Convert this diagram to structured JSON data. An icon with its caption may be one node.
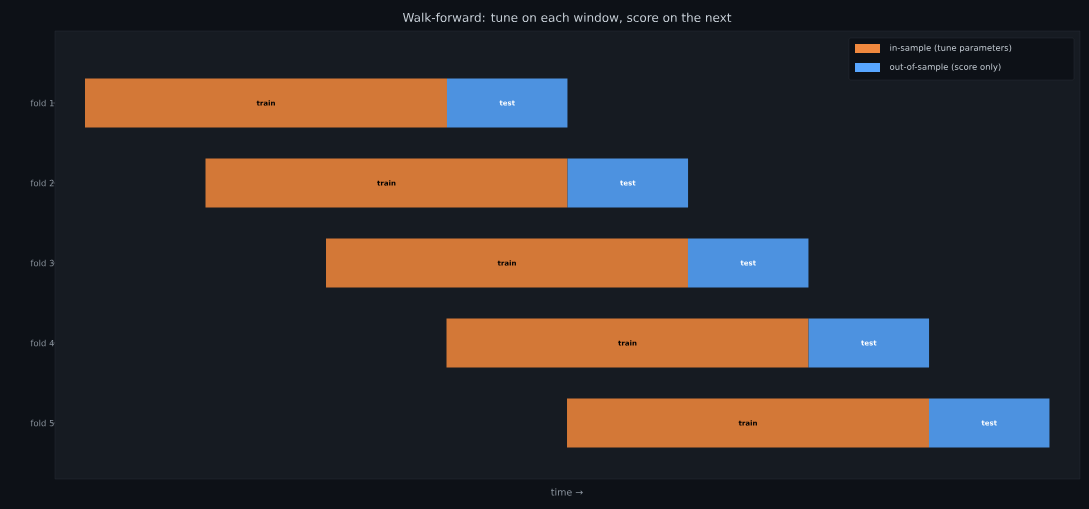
{
  "diagram": {
    "title": "Walk-forward: tune on each window, score on the next",
    "nodes": [
      {
        "text": [
          "train"
        ]
      },
      {
        "text": [
          "test"
        ]
      },
      {
        "text": [
          "train"
        ]
      },
      {
        "text": [
          "test"
        ]
      },
      {
        "text": [
          "train"
        ]
      },
      {
        "text": [
          "test"
        ]
      },
      {
        "text": [
          "train"
        ]
      },
      {
        "text": [
          "test"
        ]
      },
      {
        "text": [
          "train"
        ]
      },
      {
        "text": [
          "test"
        ]
      }
    ],
    "edges": [],
    "labels": [
      "fold 1",
      "fold 2",
      "fold 3",
      "fold 4",
      "fold 5",
      "time →"
    ],
    "legend": [
      {
        "text": "in-sample (tune parameters)",
        "color": "#f0883e"
      },
      {
        "text": "out-of-sample (score only)",
        "color": "#58a6ff"
      }
    ]
  }
}
